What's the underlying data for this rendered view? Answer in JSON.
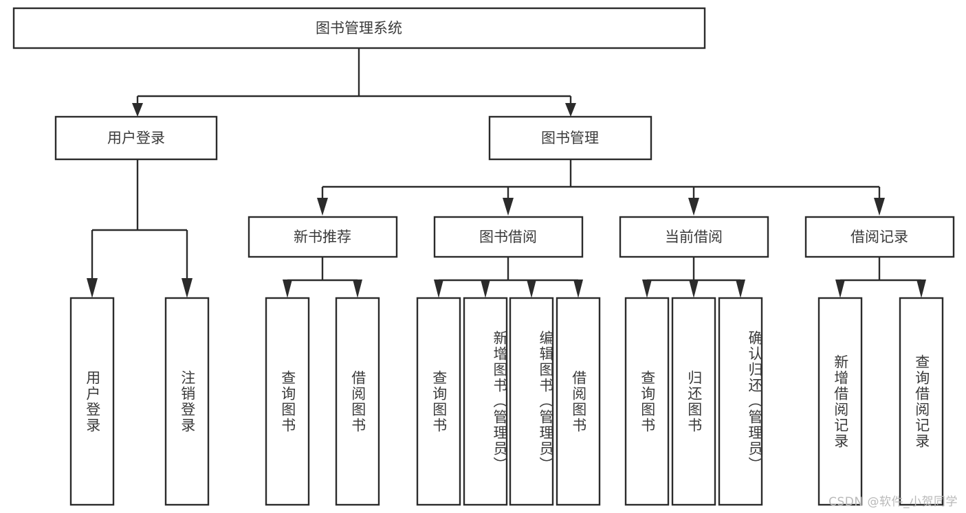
{
  "diagram": {
    "title": "图书管理系统",
    "root": {
      "label": "图书管理系统"
    },
    "level2": [
      {
        "label": "用户登录"
      },
      {
        "label": "图书管理"
      }
    ],
    "level3": [
      {
        "label": "新书推荐"
      },
      {
        "label": "图书借阅"
      },
      {
        "label": "当前借阅"
      },
      {
        "label": "借阅记录"
      }
    ],
    "leaves": {
      "user_login": [
        {
          "label": "用户登录"
        },
        {
          "label": "注销登录"
        }
      ],
      "new_book": [
        {
          "label": "查询图书"
        },
        {
          "label": "借阅图书"
        }
      ],
      "book_borrow": [
        {
          "label": "查询图书"
        },
        {
          "label": "新增图书（管理员）"
        },
        {
          "label": "编辑图书（管理员）"
        },
        {
          "label": "借阅图书"
        }
      ],
      "current_borrow": [
        {
          "label": "查询图书"
        },
        {
          "label": "归还图书"
        },
        {
          "label": "确认归还（管理员）"
        }
      ],
      "borrow_record": [
        {
          "label": "新增借阅记录"
        },
        {
          "label": "查询借阅记录"
        }
      ]
    }
  },
  "watermark": {
    "text": "CSDN @软件_小贺同学"
  },
  "colors": {
    "stroke": "#2b2b2b",
    "text": "#3a3a3a",
    "background": "#ffffff",
    "watermark": "#b9b9b9"
  }
}
